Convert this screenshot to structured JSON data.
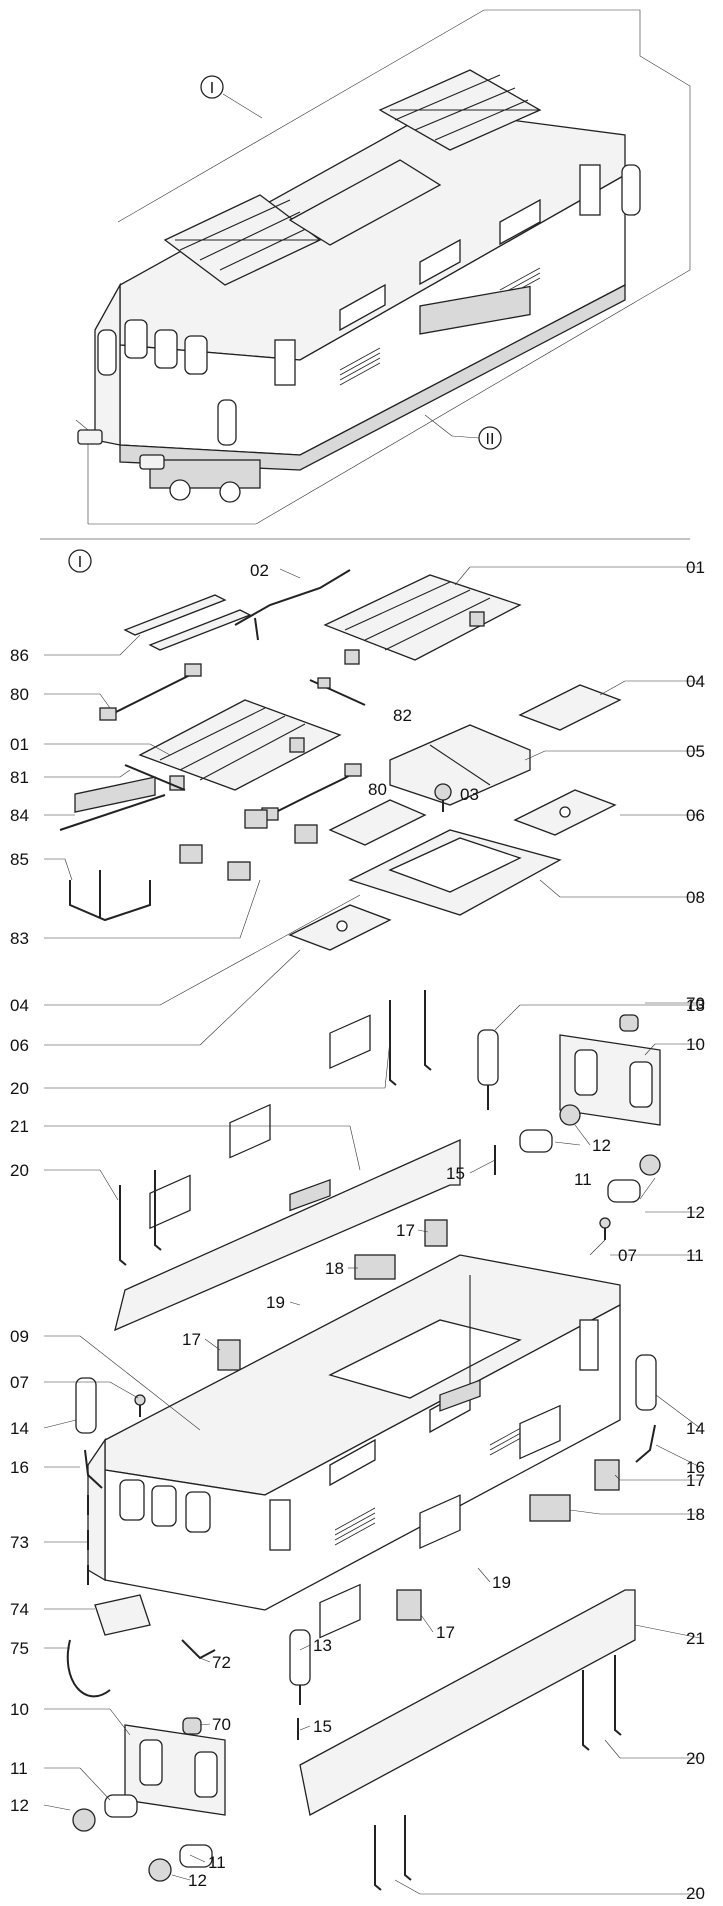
{
  "assembly_label": "I",
  "sub_label": "II",
  "section_label": "I",
  "part_numbers": {
    "p01": "01",
    "p02": "02",
    "p03": "03",
    "p04": "04",
    "p05": "05",
    "p06": "06",
    "p07": "07",
    "p08": "08",
    "p09": "09",
    "p10": "10",
    "p11": "11",
    "p12": "12",
    "p13": "13",
    "p14": "14",
    "p15": "15",
    "p16": "16",
    "p17": "17",
    "p18": "18",
    "p19": "19",
    "p20": "20",
    "p21": "21",
    "p70": "70",
    "p72": "72",
    "p73": "73",
    "p74": "74",
    "p75": "75",
    "p80": "80",
    "p81": "81",
    "p82": "82",
    "p83": "83",
    "p84": "84",
    "p85": "85",
    "p86": "86"
  },
  "colors": {
    "line": "#222222",
    "fill": "#f3f3f3",
    "shade": "#d9d9d9"
  }
}
